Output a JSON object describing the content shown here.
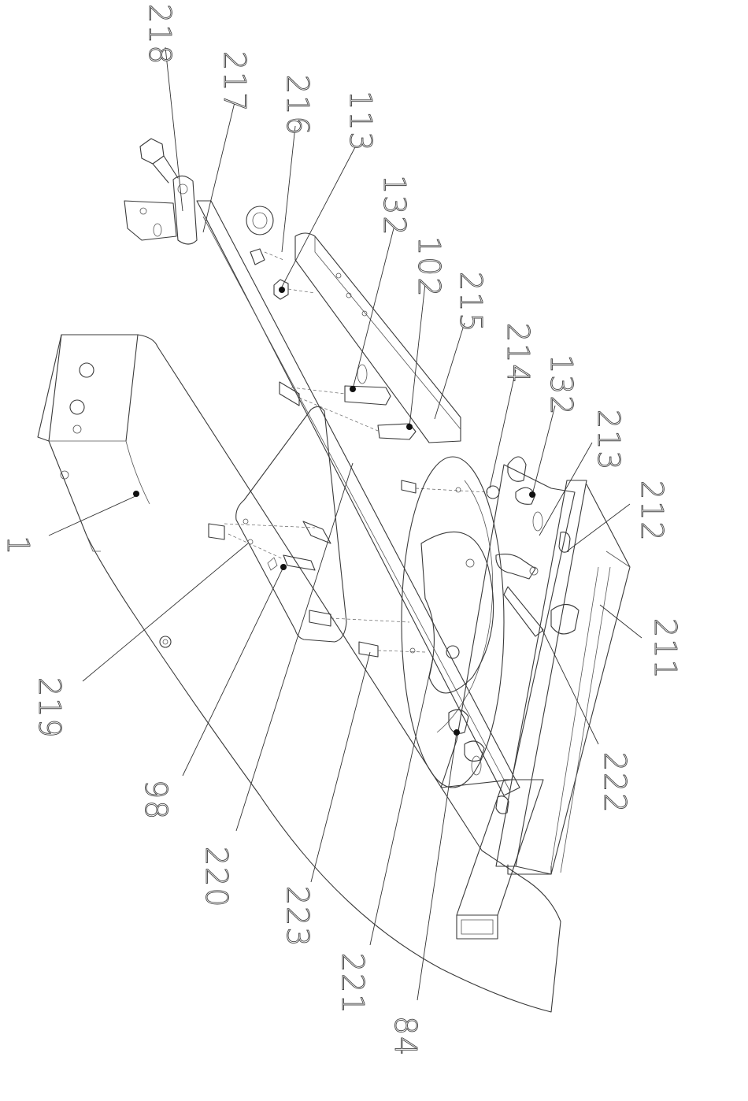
{
  "diagram": {
    "callouts": [
      {
        "id": "c218",
        "text": "218"
      },
      {
        "id": "c217",
        "text": "217"
      },
      {
        "id": "c216",
        "text": "216"
      },
      {
        "id": "c113",
        "text": "113"
      },
      {
        "id": "c132a",
        "text": "132"
      },
      {
        "id": "c102",
        "text": "102"
      },
      {
        "id": "c215",
        "text": "215"
      },
      {
        "id": "c214",
        "text": "214"
      },
      {
        "id": "c132b",
        "text": "132"
      },
      {
        "id": "c213",
        "text": "213"
      },
      {
        "id": "c212",
        "text": "212"
      },
      {
        "id": "c211",
        "text": "211"
      },
      {
        "id": "c222",
        "text": "222"
      },
      {
        "id": "c1",
        "text": "1"
      },
      {
        "id": "c219",
        "text": "219"
      },
      {
        "id": "c98",
        "text": "98"
      },
      {
        "id": "c220",
        "text": "220"
      },
      {
        "id": "c223",
        "text": "223"
      },
      {
        "id": "c221",
        "text": "221"
      },
      {
        "id": "c84",
        "text": "84"
      }
    ]
  }
}
